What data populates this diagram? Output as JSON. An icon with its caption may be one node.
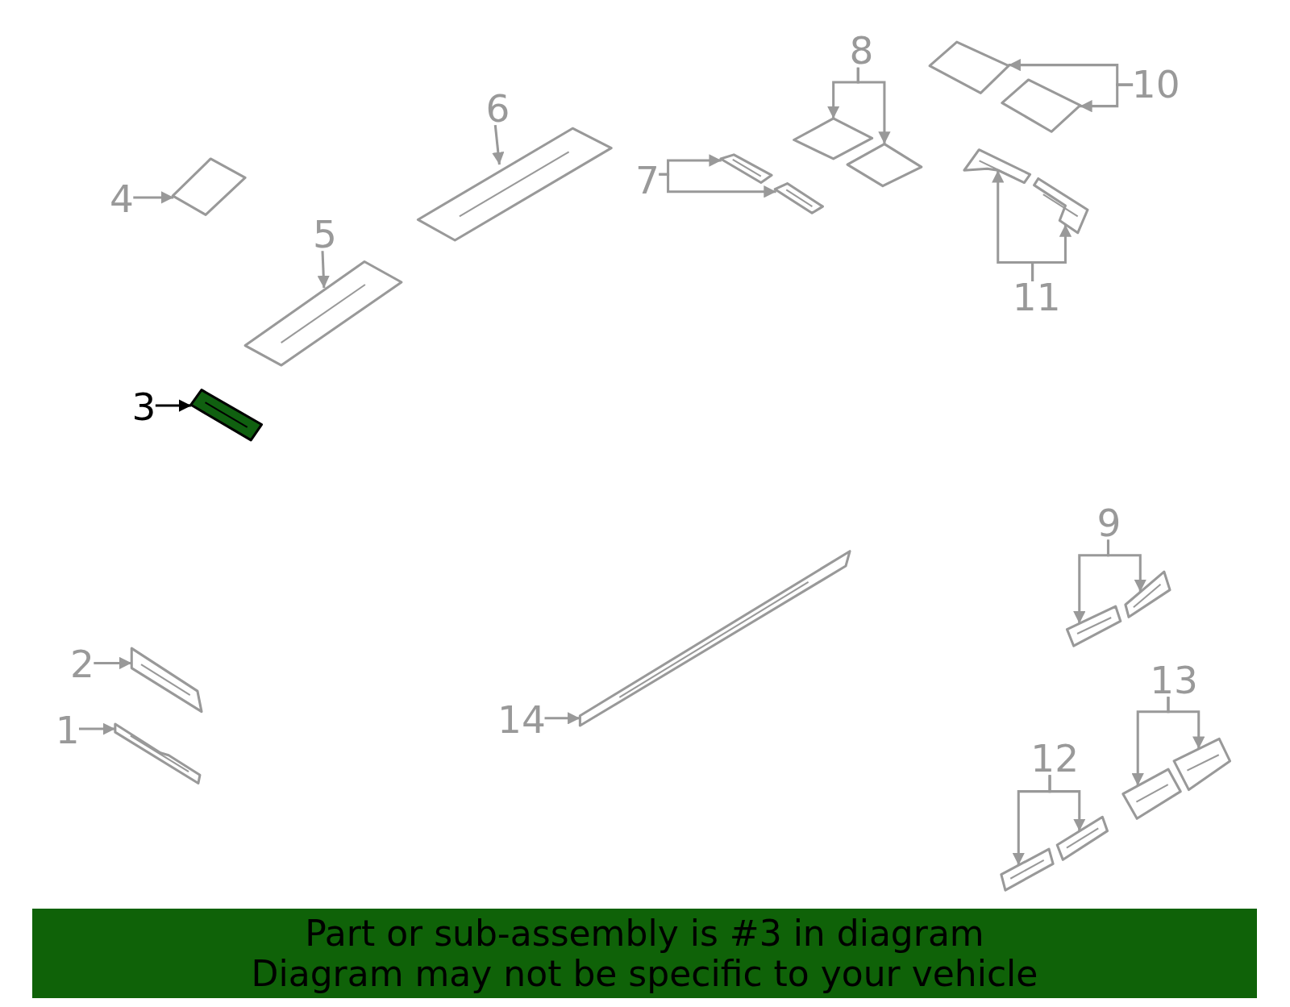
{
  "diagram": {
    "nodes": [
      {
        "text": [
          "1"
        ]
      },
      {
        "text": [],
        "shape": "bar"
      },
      {
        "text": [
          "2"
        ]
      },
      {
        "text": [],
        "shape": "bar"
      },
      {
        "text": [
          "3"
        ]
      },
      {
        "text": [],
        "shape": "bar"
      },
      {
        "text": [
          "4"
        ]
      },
      {
        "text": [],
        "shape": "diamond"
      },
      {
        "text": [
          "5"
        ]
      },
      {
        "text": [],
        "shape": "bar"
      },
      {
        "text": [
          "6"
        ]
      },
      {
        "text": [],
        "shape": "bar"
      },
      {
        "text": [
          "7"
        ]
      },
      {
        "text": [],
        "shape": "bar"
      },
      {
        "text": [],
        "shape": "bar"
      },
      {
        "text": [
          "8"
        ]
      },
      {
        "text": [],
        "shape": "diamond"
      },
      {
        "text": [],
        "shape": "diamond"
      },
      {
        "text": [
          "9"
        ]
      },
      {
        "text": [],
        "shape": "bar"
      },
      {
        "text": [],
        "shape": "bar"
      },
      {
        "text": [
          "10"
        ]
      },
      {
        "text": [],
        "shape": "diamond"
      },
      {
        "text": [],
        "shape": "diamond"
      },
      {
        "text": [
          "11"
        ]
      },
      {
        "text": [],
        "shape": "bar"
      },
      {
        "text": [],
        "shape": "bar"
      },
      {
        "text": [
          "12"
        ]
      },
      {
        "text": [],
        "shape": "bar"
      },
      {
        "text": [],
        "shape": "bar"
      },
      {
        "text": [
          "13"
        ]
      },
      {
        "text": [],
        "shape": "bar"
      },
      {
        "text": [],
        "shape": "bar"
      },
      {
        "text": [
          "14"
        ]
      },
      {
        "text": [],
        "shape": "bar"
      },
      {
        "text": [
          "Part or sub-assembly is #3 in diagram",
          "Diagram may not be specific to your vehicle"
        ]
      }
    ],
    "edges": [
      {
        "from": 0,
        "to": 1,
        "arrow": "to"
      },
      {
        "from": 2,
        "to": 3,
        "arrow": "to"
      },
      {
        "from": 4,
        "to": 5,
        "arrow": "to",
        "color": "#000000"
      },
      {
        "from": 6,
        "to": 7,
        "arrow": "to"
      },
      {
        "from": 8,
        "to": 9,
        "arrow": "to"
      },
      {
        "from": 10,
        "to": 11,
        "arrow": "to"
      },
      {
        "from": 12,
        "to": 13,
        "arrow": "to"
      },
      {
        "from": 12,
        "to": 14,
        "arrow": "to"
      },
      {
        "from": 15,
        "to": 16,
        "arrow": "to"
      },
      {
        "from": 15,
        "to": 17,
        "arrow": "to"
      },
      {
        "from": 18,
        "to": 19,
        "arrow": "to"
      },
      {
        "from": 18,
        "to": 20,
        "arrow": "to"
      },
      {
        "from": 21,
        "to": 22,
        "arrow": "to"
      },
      {
        "from": 21,
        "to": 23,
        "arrow": "to"
      },
      {
        "from": 24,
        "to": 25,
        "arrow": "to"
      },
      {
        "from": 24,
        "to": 26,
        "arrow": "to"
      },
      {
        "from": 27,
        "to": 28,
        "arrow": "to"
      },
      {
        "from": 27,
        "to": 29,
        "arrow": "to"
      },
      {
        "from": 30,
        "to": 31,
        "arrow": "to"
      },
      {
        "from": 30,
        "to": 32,
        "arrow": "to"
      },
      {
        "from": 33,
        "to": 34,
        "arrow": "to"
      }
    ]
  }
}
